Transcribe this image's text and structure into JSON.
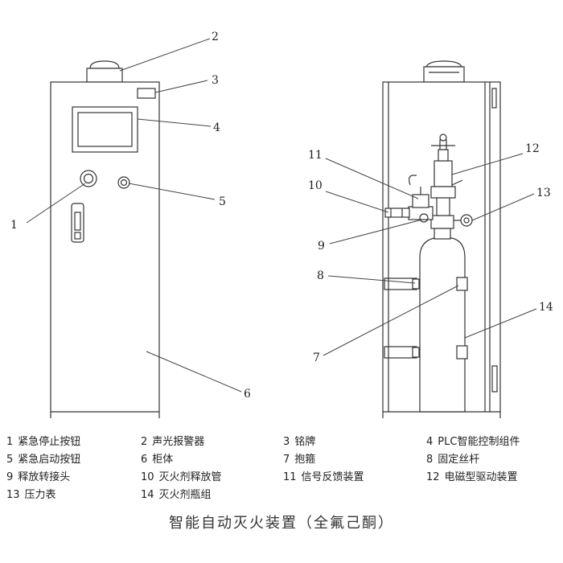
{
  "callouts": [
    "1",
    "2",
    "3",
    "4",
    "5",
    "6",
    "7",
    "8",
    "9",
    "10",
    "11",
    "12",
    "13",
    "14"
  ],
  "legend": [
    {
      "num": "1",
      "label": "紧急停止按钮"
    },
    {
      "num": "2",
      "label": "声光报警器"
    },
    {
      "num": "3",
      "label": "铭牌"
    },
    {
      "num": "4",
      "label": "PLC智能控制组件"
    },
    {
      "num": "5",
      "label": "紧急启动按钮"
    },
    {
      "num": "6",
      "label": "柜体"
    },
    {
      "num": "7",
      "label": "抱箍"
    },
    {
      "num": "8",
      "label": "固定丝杆"
    },
    {
      "num": "9",
      "label": "释放转接头"
    },
    {
      "num": "10",
      "label": "灭火剂释放管"
    },
    {
      "num": "11",
      "label": "信号反馈装置"
    },
    {
      "num": "12",
      "label": "电磁型驱动装置"
    },
    {
      "num": "13",
      "label": "压力表"
    },
    {
      "num": "14",
      "label": "灭火剂瓶组"
    }
  ],
  "title": "智能自动灭火装置（全氟己酮）"
}
